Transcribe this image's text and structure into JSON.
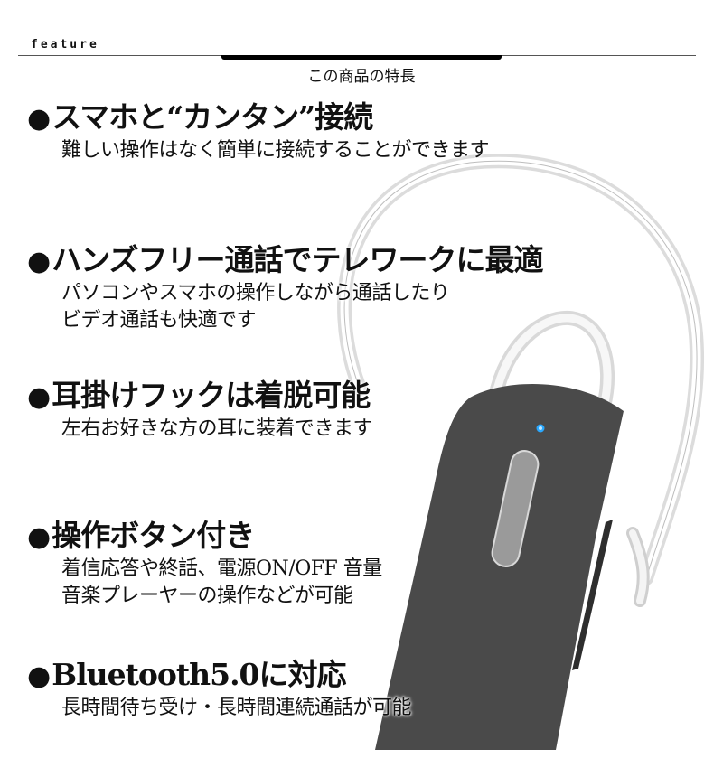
{
  "header": {
    "label": "feature",
    "subtitle": "この商品の特長"
  },
  "features": [
    {
      "bullet": "●",
      "title": "スマホと“カンタン”接続",
      "desc": [
        "難しい操作はなく簡単に接続することができます"
      ]
    },
    {
      "bullet": "●",
      "title": "ハンズフリー通話でテレワークに最適",
      "desc": [
        "パソコンやスマホの操作しながら通話したり",
        "ビデオ通話も快適です"
      ]
    },
    {
      "bullet": "●",
      "title": "耳掛けフックは着脱可能",
      "desc": [
        "左右お好きな方の耳に装着できます"
      ]
    },
    {
      "bullet": "●",
      "title": "操作ボタン付き",
      "desc": [
        "着信応答や終話、電源ON/OFF 音量",
        "音楽プレーヤーの操作などが可能"
      ]
    },
    {
      "bullet": "●",
      "title": "Bluetooth5.0に対応",
      "desc": [
        "長時間待ち受け・長時間連続通話が可能"
      ]
    }
  ],
  "product_image": {
    "subject": "bluetooth-earpiece-headset",
    "body_color": "#4a4a4a",
    "led_color": "#2aa8ff",
    "hook_color": "#e6e6e6"
  }
}
